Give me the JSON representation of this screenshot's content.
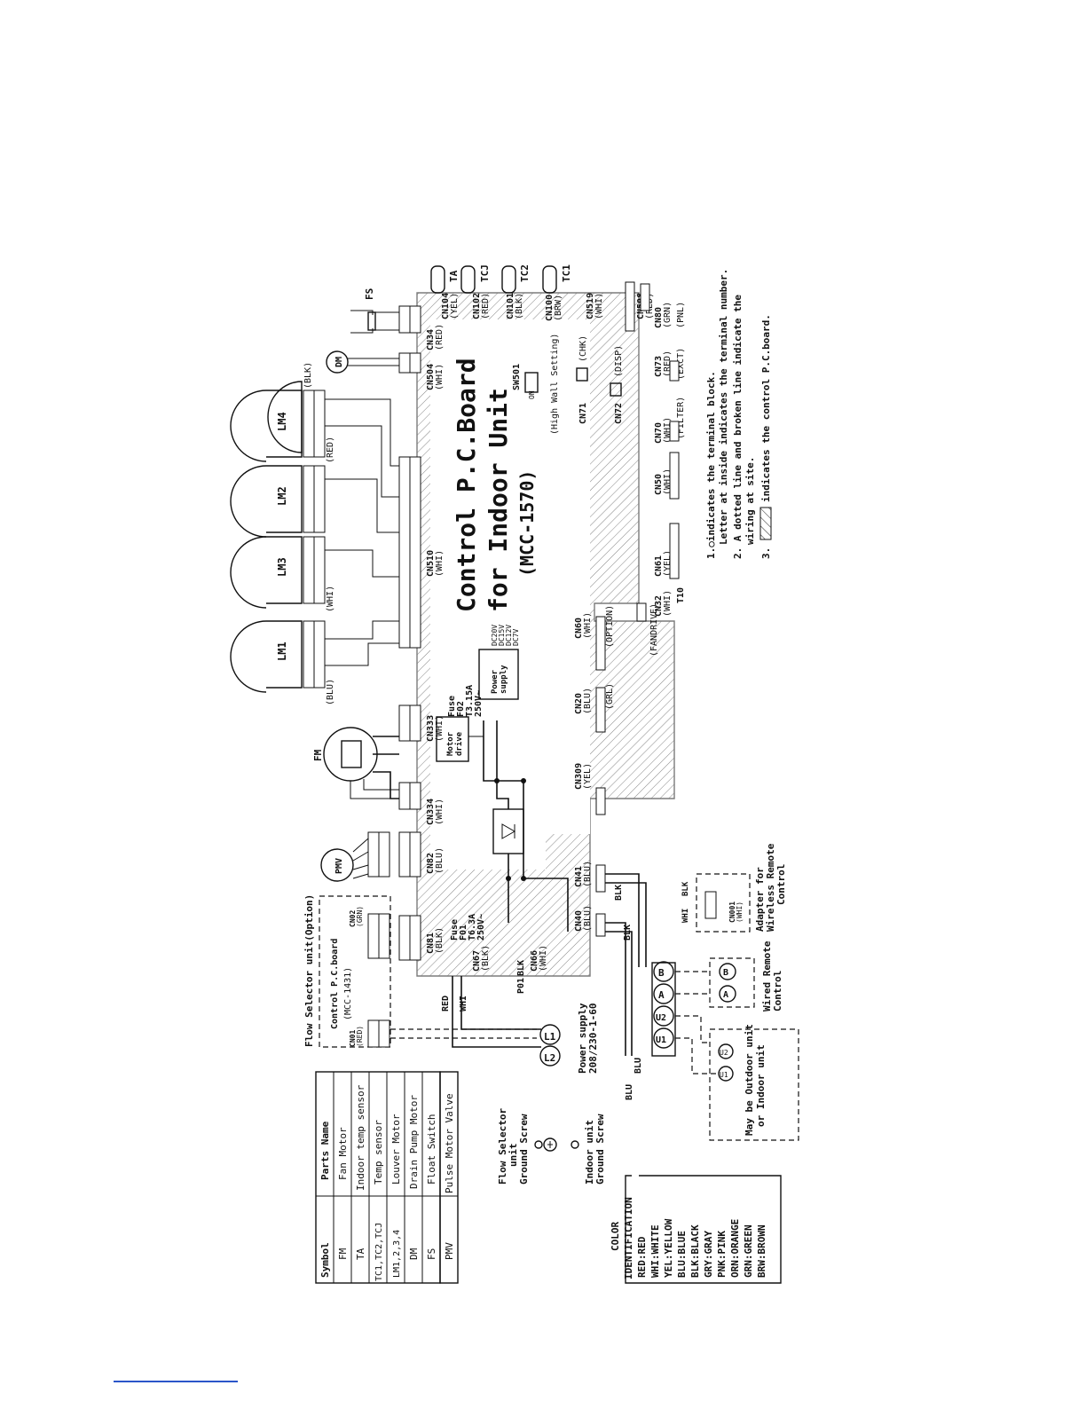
{
  "board": {
    "title": "Control P.C.Board",
    "subtitle": "for Indoor Unit",
    "model": "(MCC-1570)"
  },
  "connectors": [
    {
      "name": "CN34",
      "color": "(RED)"
    },
    {
      "name": "CN504",
      "color": "(WHI)"
    },
    {
      "name": "CN510",
      "color": "(WHI)"
    },
    {
      "name": "CN333",
      "color": "(WHI)"
    },
    {
      "name": "CN334",
      "color": "(WHI)"
    },
    {
      "name": "CN82",
      "color": "(BLU)"
    },
    {
      "name": "CN81",
      "color": "(BLK)"
    },
    {
      "name": "CN104",
      "color": "(YEL)"
    },
    {
      "name": "CN102",
      "color": "(RED)"
    },
    {
      "name": "CN101",
      "color": "(BLK)"
    },
    {
      "name": "CN100",
      "color": "(BRW)"
    },
    {
      "name": "CN519",
      "color": "(WHI)"
    },
    {
      "name": "CN508",
      "color": "(RED)"
    },
    {
      "name": "CN80",
      "color": "(GRN)"
    },
    {
      "name": "CN73",
      "color": "(RED)"
    },
    {
      "name": "CN70",
      "color": "(WHI)"
    },
    {
      "name": "CN50",
      "color": "(WHI)"
    },
    {
      "name": "CN61",
      "color": "(YEL)"
    },
    {
      "name": "CN32",
      "color": "(WHI)"
    },
    {
      "name": "CN60",
      "color": "(WHI)"
    },
    {
      "name": "CN20",
      "color": "(BLU)"
    },
    {
      "name": "CN309",
      "color": "(YEL)"
    },
    {
      "name": "CN41",
      "color": "(BLU)"
    },
    {
      "name": "CN40",
      "color": "(BLU)"
    },
    {
      "name": "CN67",
      "color": "(BLK)"
    },
    {
      "name": "CN66",
      "color": "(WHI)"
    }
  ],
  "labels": {
    "pnl": "(PNL)",
    "excht": "(EXCT)",
    "filter": "(FILTER)",
    "fandrive": "(FANDRIVE)",
    "option": "(OPTION)",
    "grl": "(GRL)",
    "t10": "T10",
    "sw501": "SW501",
    "sw_on": "ON",
    "high_wall": "(High Wall Setting)",
    "cn71": "CN71",
    "chk": "(CHK)",
    "cn72": "CN72",
    "disp": "(DISP)",
    "motor_drive_1": "Motor",
    "motor_drive_2": "drive",
    "power_supply_1": "Power",
    "power_supply_2": "supply",
    "dc20v": "DC20V",
    "dc15v": "DC15V",
    "dc12v": "DC12V",
    "dc7v": "DC7V",
    "fuse_f02": [
      "Fuse",
      "F02",
      "T3.15A",
      "250V~"
    ],
    "fuse_f01": [
      "Fuse",
      "F01",
      "T6.3A",
      "250V~"
    ],
    "p01": "P01",
    "blk": "BLK",
    "red": "RED",
    "whi": "WHI",
    "blu": "BLU",
    "blu_paren": "(BLU)",
    "whi_paren": "(WHI)",
    "red_paren": "(RED)",
    "blk_paren": "(BLK)"
  },
  "components": {
    "lm1": "LM1",
    "lm2": "LM2",
    "lm3": "LM3",
    "lm4": "LM4",
    "dm": "DM",
    "fs": "FS",
    "fm": "FM",
    "pmv": "PMV",
    "ta": "TA",
    "tcj": "TCJ",
    "tc2": "TC2",
    "tc1": "TC1"
  },
  "flow_selector": {
    "title": "Flow Selector unit(Option)",
    "board": "Control P.C.board",
    "model": "(MCC-1431)",
    "cn01": "CN01",
    "cn01_color": "(RED)",
    "cn02": "CN02",
    "cn02_color": "(GRN)"
  },
  "power": {
    "label": "Power supply",
    "spec": "208/230-1-60",
    "terminals": [
      "L1",
      "L2"
    ]
  },
  "terminal_block": {
    "terminals": [
      "U1",
      "U2",
      "A",
      "B"
    ],
    "outdoor_note": [
      "May be Outdoor unit",
      "or Indoor unit"
    ],
    "remote_ab": [
      "A",
      "B"
    ]
  },
  "wired_remote": [
    "Wired Remote",
    "Control"
  ],
  "wireless_adapter": [
    "Adapter for",
    "Wireless Remote",
    "Control"
  ],
  "wireless_cn001": [
    "CN001",
    "(WHI)"
  ],
  "ground": {
    "flow": [
      "Flow Selector",
      "unit",
      "Ground Screw"
    ],
    "indoor": [
      "Indoor unit",
      "Ground Screw"
    ]
  },
  "notes": [
    "1.○indicates the terminal block.",
    "Letter at inside indicates the terminal number.",
    "2. A dotted line and broken line indicate the",
    "wiring at site.",
    "3.",
    "indicates the control P.C.board."
  ],
  "parts_table": {
    "headers": [
      "Symbol",
      "Parts Name"
    ],
    "rows": [
      [
        "FM",
        "Fan Motor"
      ],
      [
        "TA",
        "Indoor temp sensor"
      ],
      [
        "TC1,TC2,TCJ",
        "Temp sensor"
      ],
      [
        "LM1,2,3,4",
        "Louver Motor"
      ],
      [
        "DM",
        "Drain Pump Motor"
      ],
      [
        "FS",
        "Float Switch"
      ],
      [
        "PMV",
        "Pulse Motor Valve"
      ]
    ]
  },
  "color_id": {
    "title": [
      "COLOR",
      "IDENTIFICATION"
    ],
    "items": [
      "RED:RED",
      "WHI:WHITE",
      "YEL:YELLOW",
      "BLU:BLUE",
      "BLK:BLACK",
      "GRY:GRAY",
      "PNK:PINK",
      "ORN:ORANGE",
      "GRN:GREEN",
      "BRW:BROWN"
    ]
  }
}
